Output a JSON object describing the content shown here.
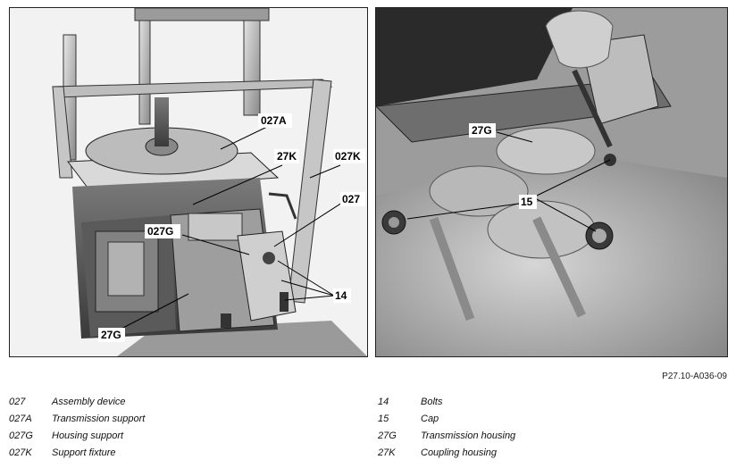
{
  "figure_id": "P27.10-A036-09",
  "left_photo": {
    "callouts": [
      "027A",
      "27K",
      "027K",
      "027",
      "027G",
      "14",
      "27G"
    ]
  },
  "right_photo": {
    "callouts": [
      "27G",
      "15"
    ]
  },
  "legend_left": [
    {
      "code": "027",
      "desc": "Assembly device"
    },
    {
      "code": "027A",
      "desc": "Transmission support"
    },
    {
      "code": "027G",
      "desc": "Housing support"
    },
    {
      "code": "027K",
      "desc": "Support fixture"
    }
  ],
  "legend_right": [
    {
      "code": "14",
      "desc": "Bolts"
    },
    {
      "code": "15",
      "desc": "Cap"
    },
    {
      "code": "27G",
      "desc": "Transmission housing"
    },
    {
      "code": "27K",
      "desc": "Coupling housing"
    }
  ]
}
